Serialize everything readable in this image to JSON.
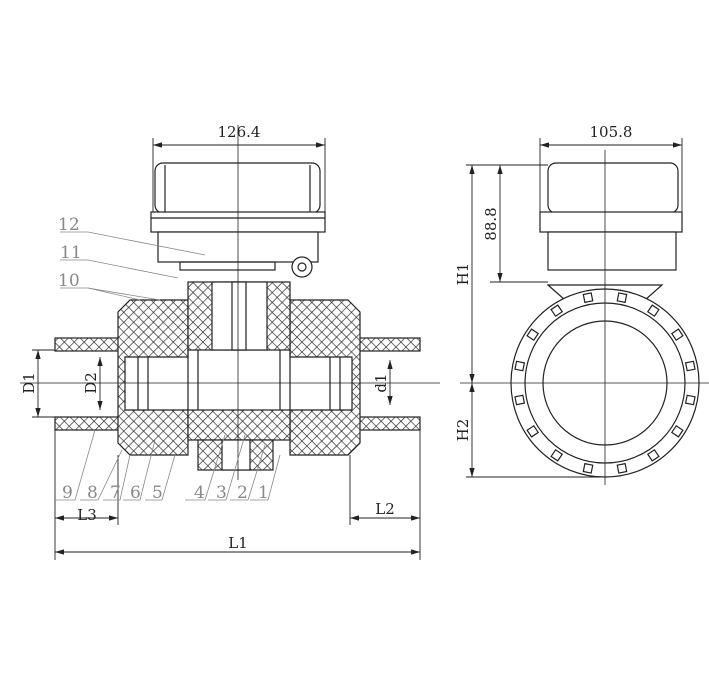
{
  "dimensions": {
    "front_width": "126.4",
    "side_width": "105.8",
    "actuator_height": "88.8",
    "H1": "H1",
    "H2": "H2",
    "D1": "D1",
    "D2": "D2",
    "d1": "d1",
    "L1": "L1",
    "L2": "L2",
    "L3": "L3"
  },
  "part_labels": [
    "1",
    "2",
    "3",
    "4",
    "5",
    "6",
    "7",
    "8",
    "9",
    "10",
    "11",
    "12"
  ],
  "colors": {
    "line": "#222222",
    "label": "#888888"
  }
}
